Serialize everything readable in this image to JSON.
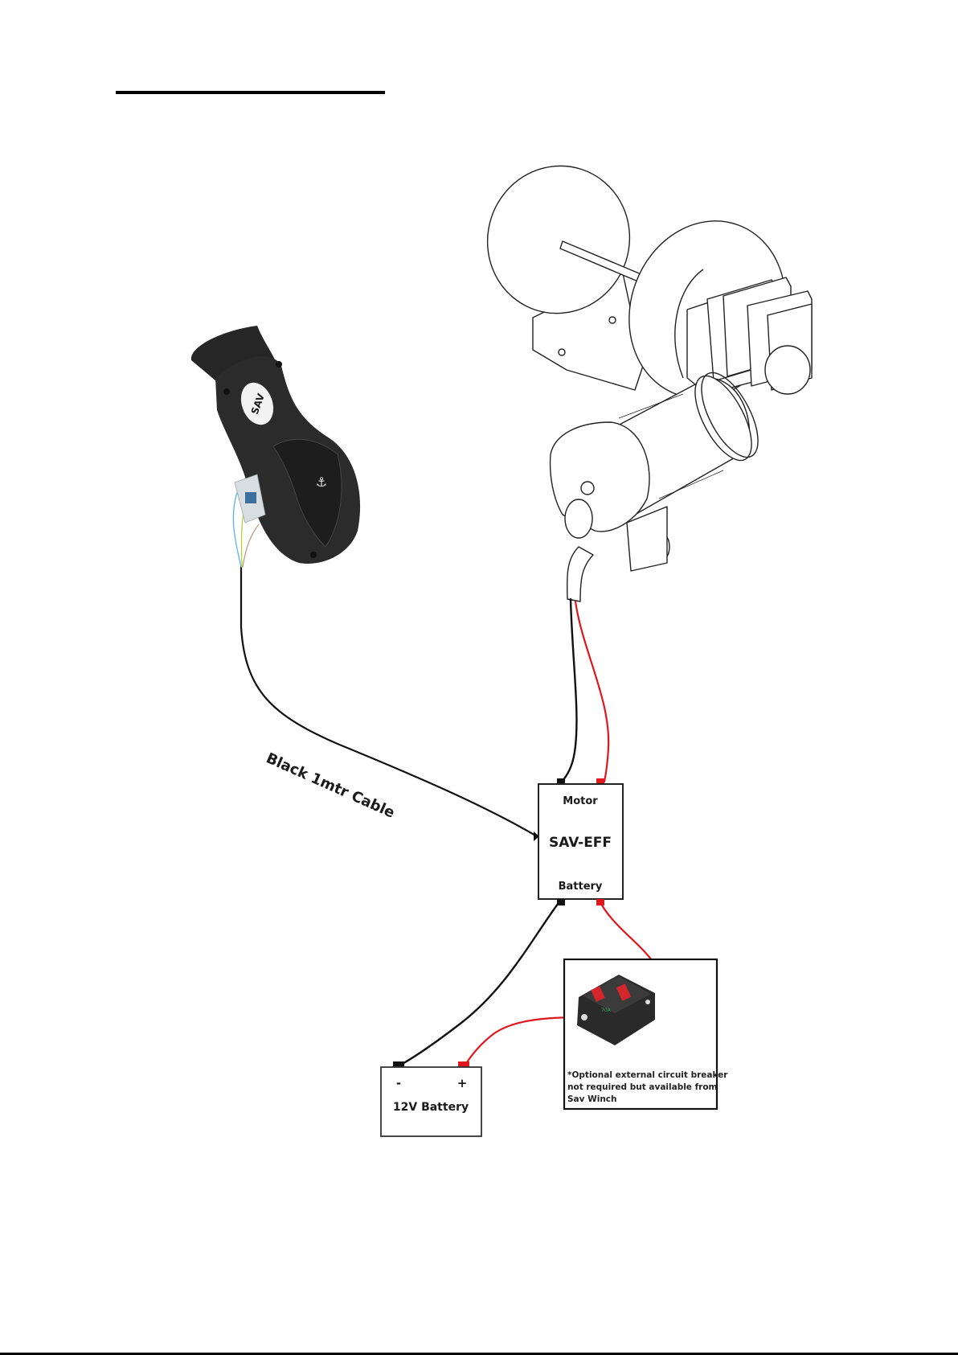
{
  "header": {
    "title_underline": true
  },
  "components": {
    "switch": {
      "name": "SAV rocker switch",
      "badge": "SAV",
      "icon": "anchor-icon"
    },
    "winch": {
      "name": "Winch with motor"
    },
    "controller": {
      "top_label": "Motor",
      "name": "SAV-EFF",
      "bottom_label": "Battery"
    },
    "battery": {
      "neg": "-",
      "pos": "+",
      "name": "12V Battery"
    },
    "breaker": {
      "rating": "70A",
      "note_lines": [
        "*Optional external circuit breaker",
        "not required but available from",
        "Sav Winch"
      ]
    }
  },
  "cables": {
    "switch_cable_label": "Black 1mtr Cable"
  },
  "colors": {
    "negative_wire": "#111111",
    "positive_wire": "#e0161f",
    "switch_body": "#2b2b2b",
    "wire_blue": "#5ab4e0",
    "wire_green": "#b5d334",
    "wire_brown": "#c49a8a"
  }
}
